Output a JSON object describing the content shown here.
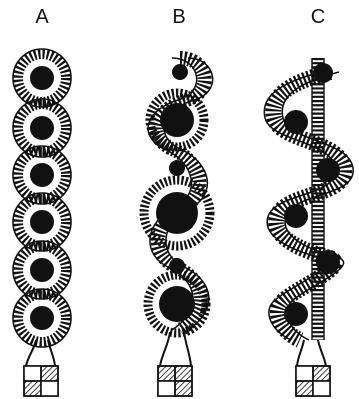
{
  "panels": [
    {
      "label": "A"
    },
    {
      "label": "B"
    },
    {
      "label": "C"
    }
  ],
  "colors": {
    "ink": "#111111",
    "background": "#ffffff"
  }
}
